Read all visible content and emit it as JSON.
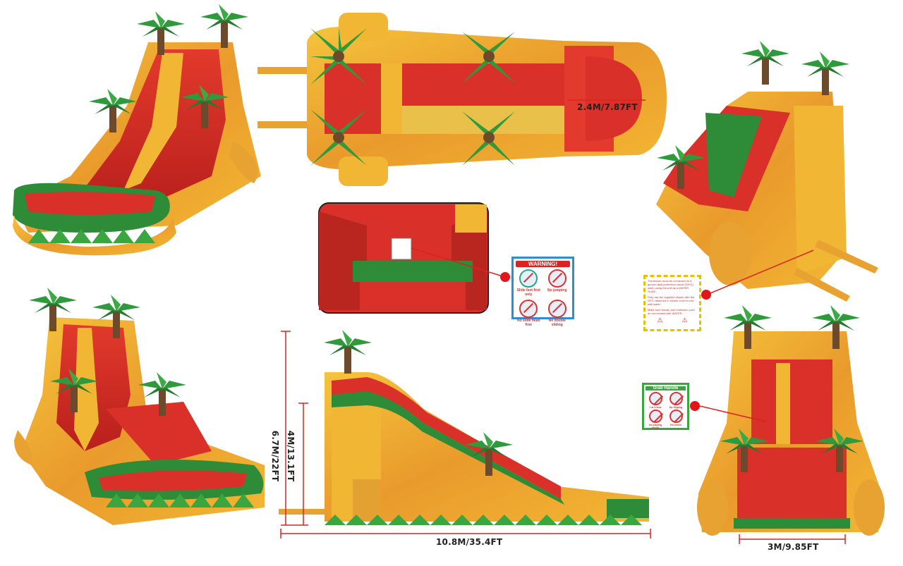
{
  "dimensions": {
    "top_width": "2.4M/7.87FT",
    "total_height": "6.7M/22FT",
    "platform_height": "4M/13.1FT",
    "length": "10.8M/35.4FT",
    "front_width": "3M/9.85FT"
  },
  "signs": {
    "warning": {
      "title": "WARNING!",
      "captions": [
        "Slide feet first only",
        "No jumping",
        "No slide head first",
        "No double sliding"
      ]
    },
    "grab_handle": {
      "title": "Grab Handle",
      "captions": [
        "1 at a time",
        "No flipping",
        "No playing rough",
        "No shoes"
      ]
    },
    "rules": {
      "lines": [
        "The blower must be connected to a ground fault protection circuit (GFCI) when using the unit as a WATER SLIDE.",
        "Only use the supplied blower with the GFCI attached to blower cord for use with water.",
        "Make sure blower and extension cord do not contact with WATER."
      ]
    }
  },
  "colors": {
    "red": "#d92b25",
    "green": "#2f8d3a",
    "yellow": "#f2b531",
    "orange": "#e8892a",
    "brown": "#6e4a2c",
    "callout": "#e3151a"
  }
}
